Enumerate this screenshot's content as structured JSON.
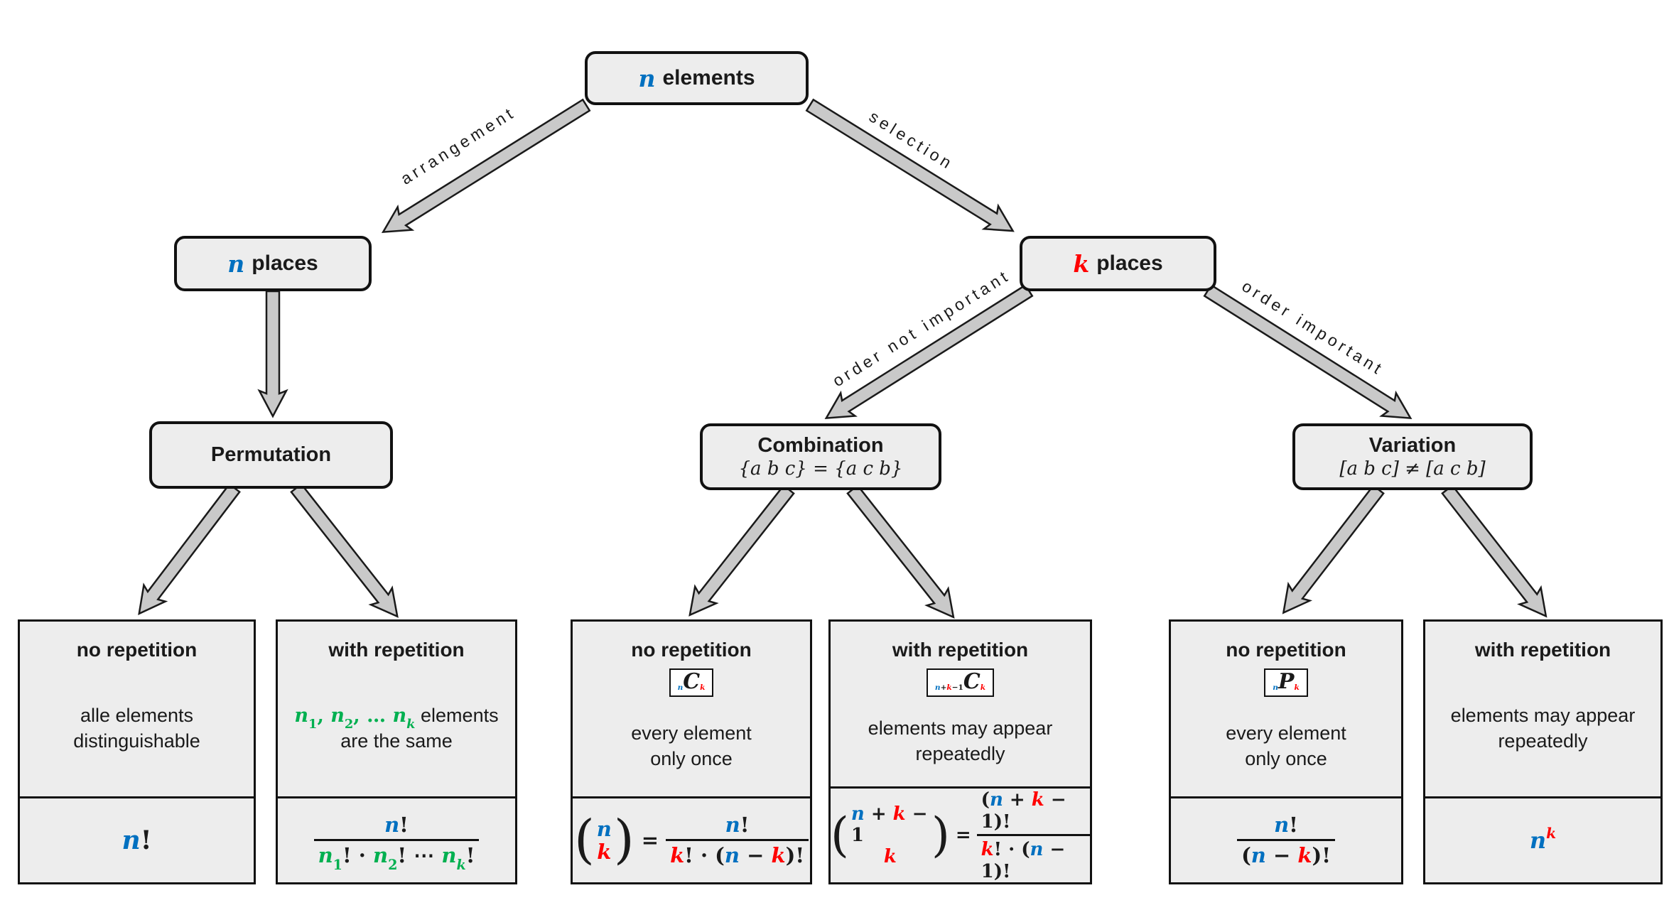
{
  "colors": {
    "box_fill": "#ededed",
    "box_border": "#111111",
    "arrow_fill": "#c9c9c9",
    "arrow_border": "#1a1a1a",
    "badge_fill": "#ffffff",
    "blue": "#0070C0",
    "red": "#FF0000",
    "green": "#00B050",
    "text": "#1a1a1a"
  },
  "nodes": {
    "root": {
      "var": "n",
      "text": "elements"
    },
    "n_places": {
      "var": "n",
      "text": "places"
    },
    "k_places": {
      "var": "k",
      "text": "places"
    },
    "permutation": {
      "title": "Permutation"
    },
    "combination": {
      "title": "Combination",
      "subtitle": "{a b c} = {a c b}"
    },
    "variation": {
      "title": "Variation",
      "subtitle": "[a b c] ≠ [a c b]"
    }
  },
  "edge_labels": {
    "arrangement": "arrangement",
    "selection": "selection",
    "order_not_important": "order not important",
    "order_important": "order important"
  },
  "leaves": {
    "perm_no_rep": {
      "heading": "no repetition",
      "desc1": "alle elements",
      "desc2": "distinguishable",
      "formula": {
        "n": "n",
        "bang": "!"
      }
    },
    "perm_with_rep": {
      "heading": "with repetition",
      "desc_math": {
        "n1": "n",
        "s1": "1",
        "c1": ", ",
        "n2": "n",
        "s2": "2",
        "c2": ", … ",
        "n3": "n",
        "s3": "k"
      },
      "desc_text": "elements",
      "desc2": "are the same",
      "formula": {
        "num_n": "n",
        "num_bang": "!",
        "den": {
          "n1": "n",
          "s1": "1",
          "b1": "!",
          "d1": " · ",
          "n2": "n",
          "s2": "2",
          "b2": "!",
          "d2": " ⋯ ",
          "n3": "n",
          "s3": "k",
          "b3": "!"
        }
      }
    },
    "comb_no_rep": {
      "heading": "no repetition",
      "badge": {
        "pre": "n",
        "letter": "C",
        "post": "k"
      },
      "desc1": "every element",
      "desc2": "only once",
      "formula": {
        "lp": "(",
        "rp": ")",
        "binom_top": "n",
        "binom_bottom": "k",
        "eq": "=",
        "num_n": "n",
        "num_bang": "!",
        "den": {
          "k": "k",
          "t1": "! · (",
          "n": "n",
          "t2": " − ",
          "k2": "k",
          "t3": ")!"
        }
      }
    },
    "comb_with_rep": {
      "heading": "with repetition",
      "badge": {
        "pre_n": "n",
        "pre_p": "+",
        "pre_k": "k",
        "pre_m": "−1",
        "letter": "C",
        "post": "k"
      },
      "desc1": "elements may appear",
      "desc2": "repeatedly",
      "formula": {
        "lp": "(",
        "rp": ")",
        "eq": "=",
        "top": {
          "n": "n",
          "p": " + ",
          "k": "k",
          "m": " − 1"
        },
        "bottom": "k",
        "num": {
          "o": "(",
          "n": "n",
          "p": " + ",
          "k": "k",
          "m": " − 1",
          "c": ")!"
        },
        "den": {
          "k": "k",
          "t1": "! · (",
          "n": "n",
          "t2": " − 1",
          "t3": ")!"
        }
      }
    },
    "var_no_rep": {
      "heading": "no repetition",
      "badge": {
        "pre": "n",
        "letter": "P",
        "post": "k"
      },
      "desc1": "every element",
      "desc2": "only once",
      "formula": {
        "num_n": "n",
        "num_bang": "!",
        "den": {
          "o": "(",
          "n": "n",
          "m": " − ",
          "k": "k",
          "c": ")!"
        }
      }
    },
    "var_with_rep": {
      "heading": "with repetition",
      "desc1": "elements may appear",
      "desc2": "repeatedly",
      "formula": {
        "base": "n",
        "exp": "k"
      }
    }
  }
}
